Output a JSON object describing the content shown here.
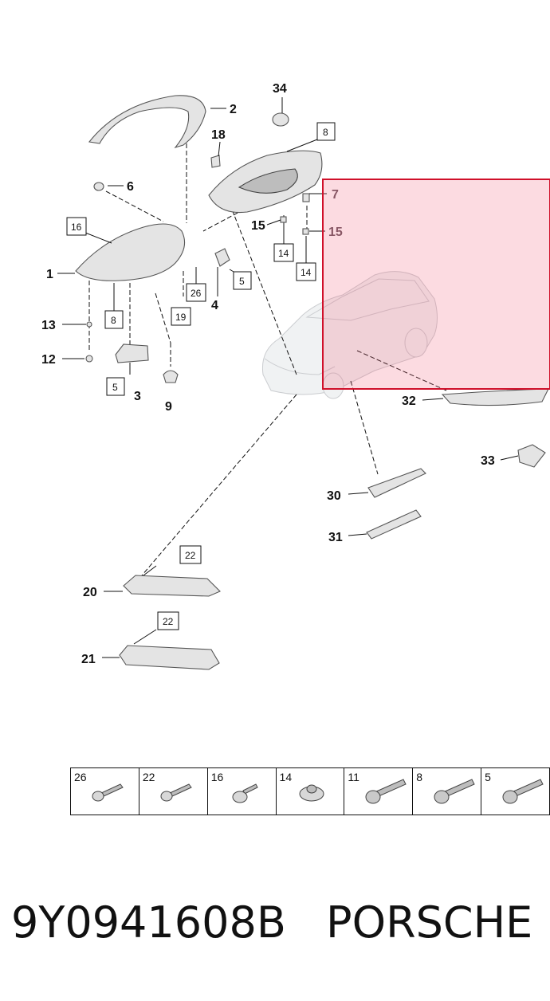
{
  "callouts": {
    "c1": "1",
    "c2": "2",
    "c3": "3",
    "c4": "4",
    "c6": "6",
    "c7": "7",
    "c9": "9",
    "c12": "12",
    "c13": "13",
    "c15a": "15",
    "c15b": "15",
    "c18": "18",
    "c20": "20",
    "c21": "21",
    "c30": "30",
    "c31": "31",
    "c32": "32",
    "c33": "33",
    "c34": "34"
  },
  "boxed": {
    "b8a": "8",
    "b8b": "8",
    "b16": "16",
    "b26": "26",
    "b19": "19",
    "b5a": "5",
    "b5b": "5",
    "b14a": "14",
    "b14b": "14",
    "b22a": "22",
    "b22b": "22"
  },
  "highlight": {
    "color": "#d0102a"
  },
  "hardware": [
    {
      "number": "26",
      "icon": "torx-screw-small-icon"
    },
    {
      "number": "22",
      "icon": "torx-screw-small-icon"
    },
    {
      "number": "16",
      "icon": "flange-screw-icon"
    },
    {
      "number": "14",
      "icon": "clip-nut-icon"
    },
    {
      "number": "11",
      "icon": "torx-bolt-icon"
    },
    {
      "number": "8",
      "icon": "torx-bolt-icon"
    },
    {
      "number": "5",
      "icon": "torx-bolt-icon"
    }
  ],
  "footer": {
    "part_number": "9Y0941608B",
    "brand": "PORSCHE"
  }
}
